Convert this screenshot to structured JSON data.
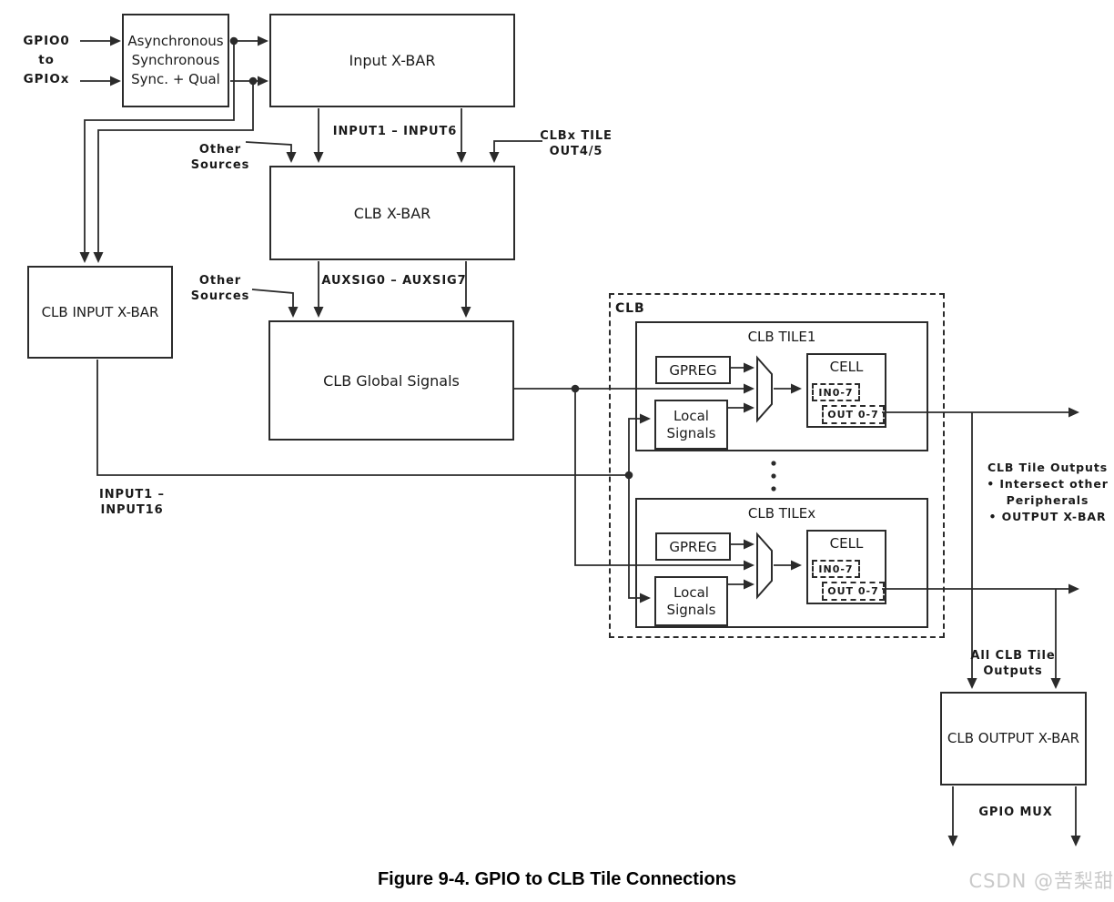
{
  "boxes": {
    "async_sync": "Asynchronous\nSynchronous\nSync. + Qual",
    "input_xbar": "Input X-BAR",
    "clb_xbar": "CLB X-BAR",
    "clb_input_xbar": "CLB INPUT X-BAR",
    "clb_global_signals": "CLB Global Signals",
    "clb_output_xbar": "CLB OUTPUT X-BAR"
  },
  "labels": {
    "gpio_range": "GPIO0\nto\nGPIOx",
    "input1_6": "INPUT1 – INPUT6",
    "other_sources_1": "Other\nSources",
    "clbx_tile_out": "CLBx TILE\nOUT4/5",
    "auxsig": "AUXSIG0 – AUXSIG7",
    "other_sources_2": "Other\nSources",
    "clb_container": "CLB",
    "input1_16": "INPUT1 – INPUT16",
    "tile_outputs": "CLB Tile Outputs\n• Intersect other\nPeripherals\n• OUTPUT X-BAR",
    "all_clb_tile_outputs": "All CLB Tile\nOutputs",
    "gpio_mux": "GPIO MUX"
  },
  "tiles": [
    {
      "title": "CLB TILE1",
      "gpreg": "GPREG",
      "local_signals": "Local\nSignals",
      "cell": "CELL",
      "cell_in": "IN0-7",
      "cell_out": "OUT 0-7"
    },
    {
      "title": "CLB TILEx",
      "gpreg": "GPREG",
      "local_signals": "Local\nSignals",
      "cell": "CELL",
      "cell_in": "IN0-7",
      "cell_out": "OUT 0-7"
    }
  ],
  "caption": "Figure 9-4. GPIO to CLB Tile Connections",
  "watermark": "CSDN @苦梨甜",
  "colors": {
    "line": "#2b2b2b",
    "text": "#1a1a1a",
    "watermark": "#c9c9c9"
  }
}
